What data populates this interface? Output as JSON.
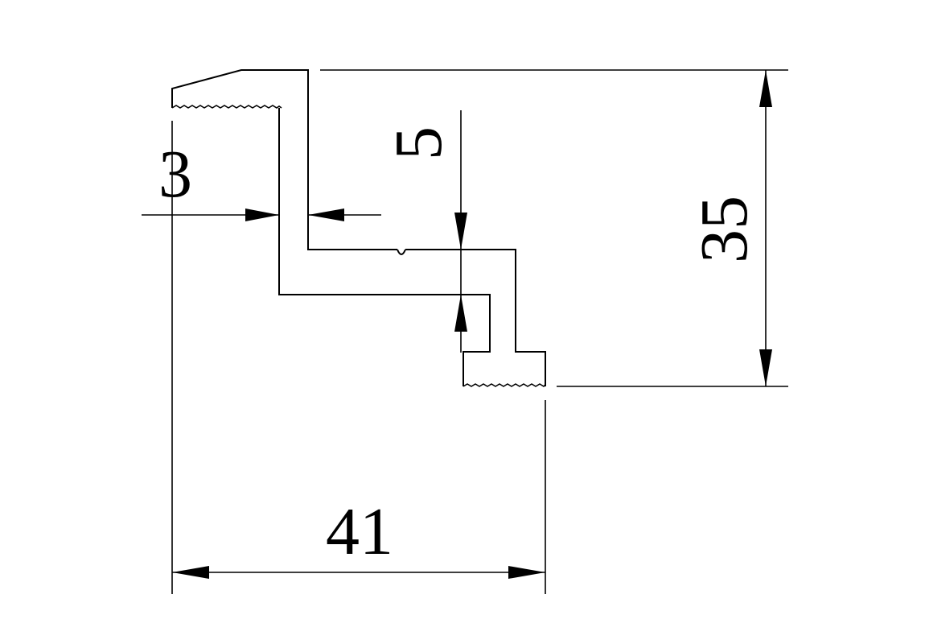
{
  "dimensions": {
    "width_label": "41",
    "height_label": "35",
    "thickness_label": "3",
    "step_label": "5"
  },
  "colors": {
    "line": "#000000",
    "background": "#ffffff"
  }
}
